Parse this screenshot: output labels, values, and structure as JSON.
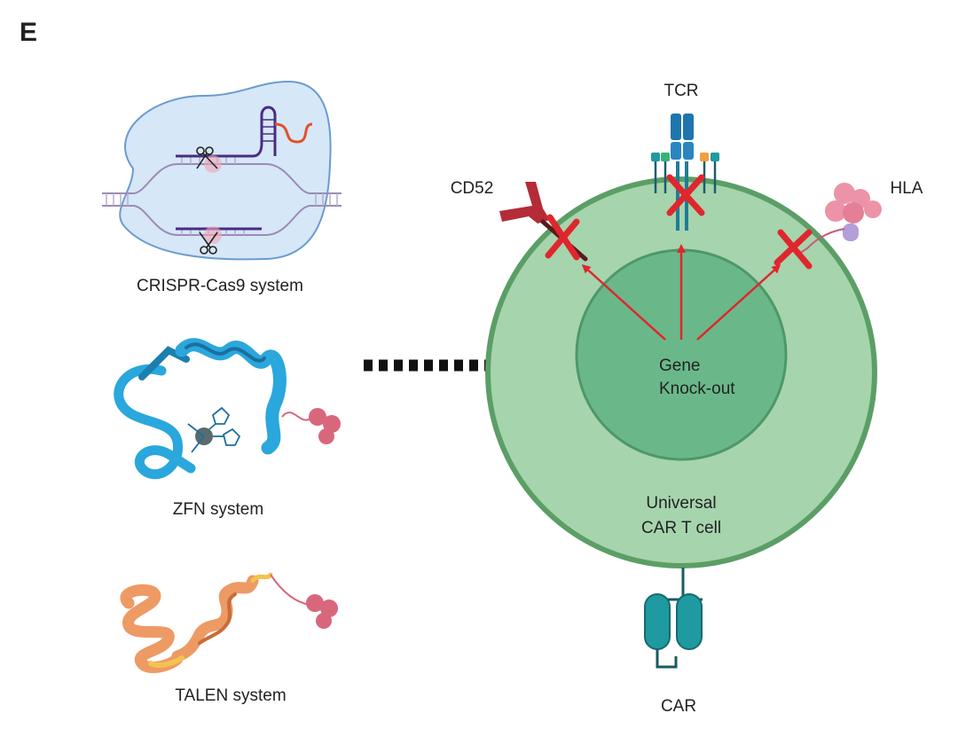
{
  "panel_letter": "E",
  "tools": {
    "crispr": "CRISPR-Cas9 system",
    "zfn": "ZFN system",
    "talen": "TALEN system"
  },
  "cell": {
    "nucleus_label_1": "Gene",
    "nucleus_label_2": "Knock-out",
    "cell_label_1": "Universal",
    "cell_label_2": "CAR T cell"
  },
  "markers": {
    "tcr": "TCR",
    "cd52": "CD52",
    "hla": "HLA",
    "car": "CAR"
  },
  "colors": {
    "cell_outer": "#a6d4ad",
    "cell_ring": "#5b9e66",
    "nucleus": "#6ab88a",
    "knockout_red": "#e0262d",
    "crispr_blob": "#d6e7f7",
    "zfn_blue": "#2aa7dc",
    "talen_orange": "#ee9a64",
    "fok_pink": "#d9677c",
    "car_teal": "#1f9aa0",
    "tcr_blue": "#1f75ad",
    "cd52_red": "#b52b38",
    "hla_pink": "#ec93a8"
  }
}
